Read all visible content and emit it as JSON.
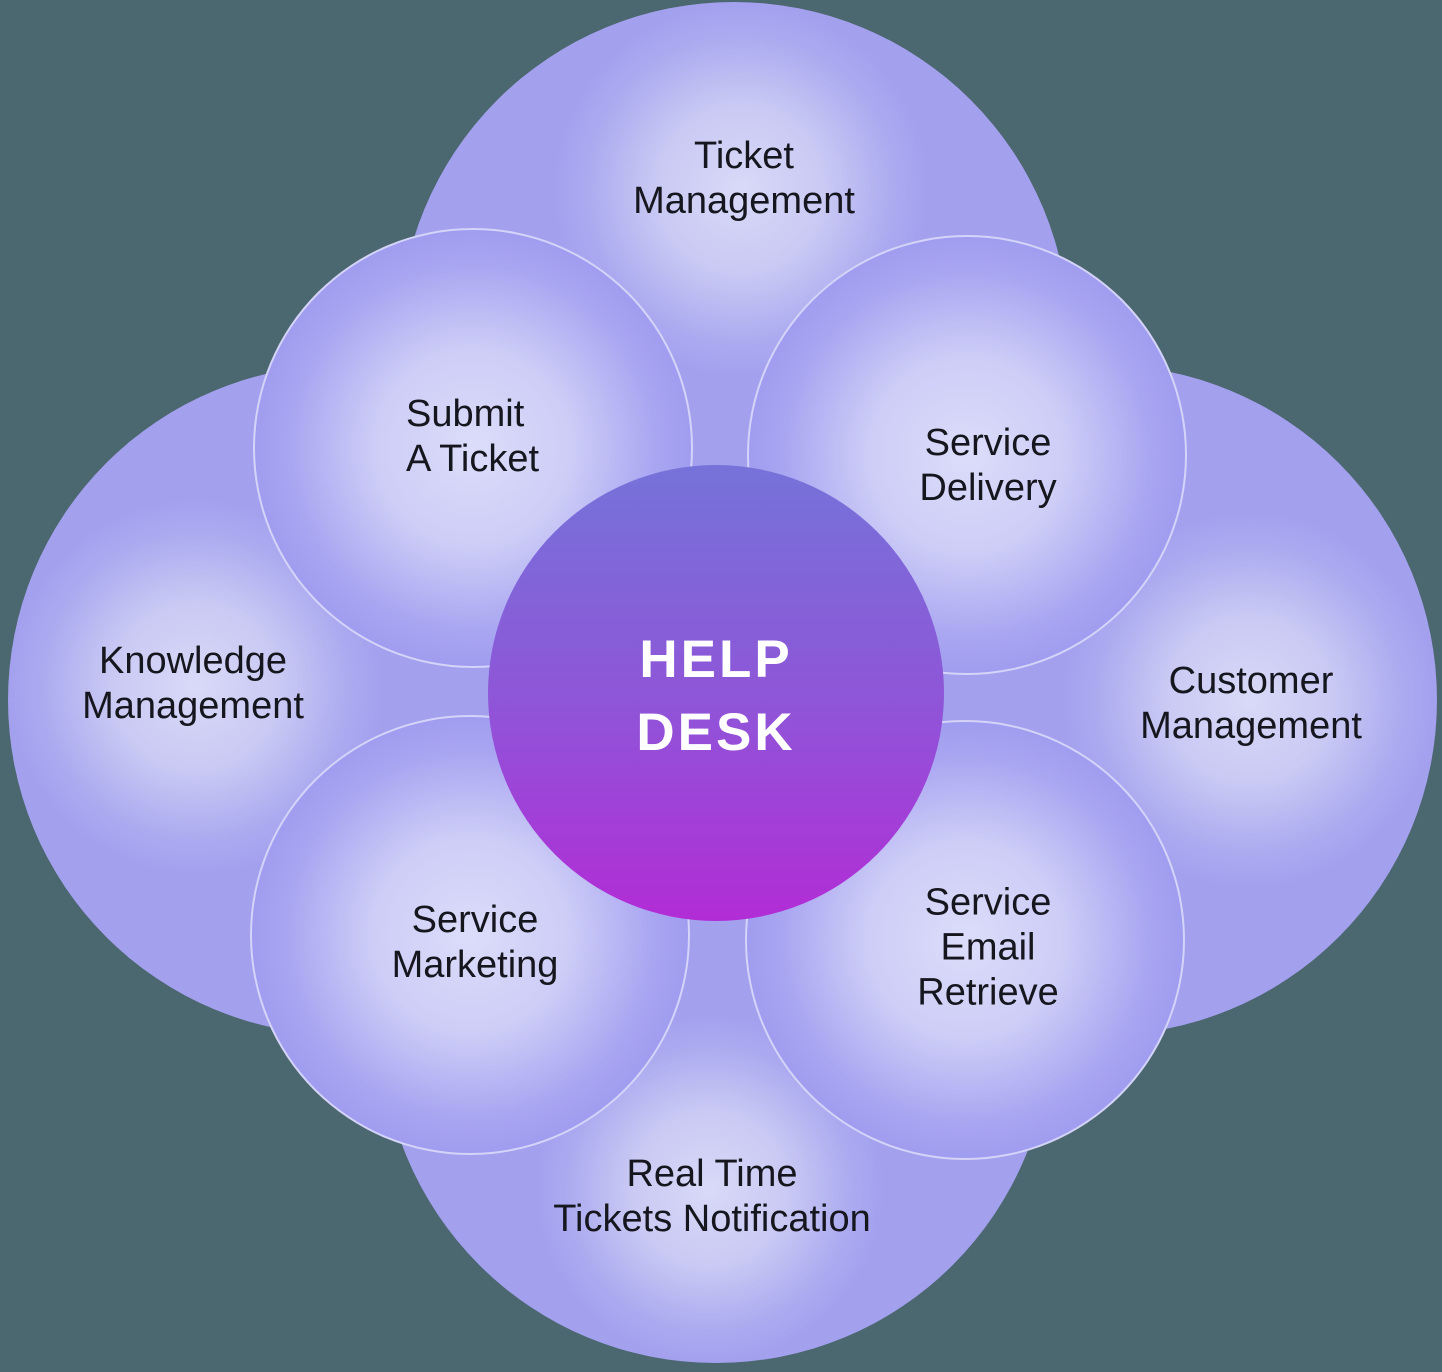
{
  "diagram": {
    "title": "HELP DESK",
    "background_color": "#4b6770",
    "label_text_color": "#16161e",
    "petal_fill_center": "#dcdcfa",
    "petal_fill_edge": "#a3a1ee",
    "petal_rim_color": "#ffffff",
    "hub": {
      "lines": [
        "HELP",
        "DESK"
      ],
      "text_color": "#ffffff",
      "gradient_top": "#7573d9",
      "gradient_bottom": "#b22cd6"
    },
    "petals": {
      "north": {
        "lines": [
          "Ticket",
          "Management"
        ]
      },
      "northwest": {
        "lines": [
          "Submit",
          "A Ticket"
        ]
      },
      "northeast": {
        "lines": [
          "Service",
          "Delivery"
        ]
      },
      "west": {
        "lines": [
          "Knowledge",
          "Management"
        ]
      },
      "east": {
        "lines": [
          "Customer",
          "Management"
        ]
      },
      "southwest": {
        "lines": [
          "Service",
          "Marketing"
        ]
      },
      "southeast": {
        "lines": [
          "Service",
          "Email",
          "Retrieve"
        ]
      },
      "south": {
        "lines": [
          "Real Time",
          "Tickets Notification"
        ]
      }
    }
  }
}
